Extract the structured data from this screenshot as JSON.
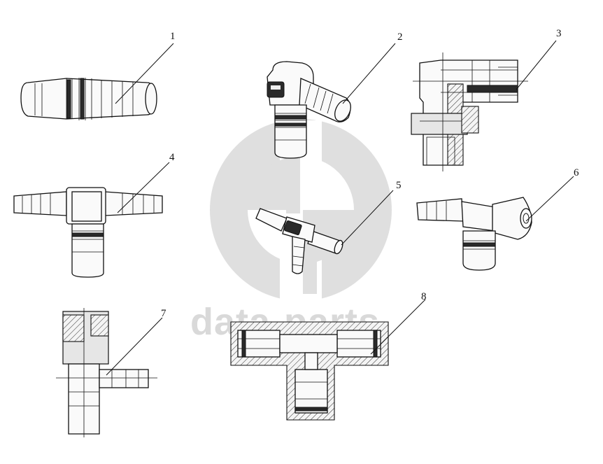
{
  "figure": {
    "watermark_text": "data-parts",
    "callouts": [
      {
        "id": "1",
        "text": "1"
      },
      {
        "id": "2",
        "text": "2"
      },
      {
        "id": "3",
        "text": "3"
      },
      {
        "id": "4",
        "text": "4"
      },
      {
        "id": "5",
        "text": "5"
      },
      {
        "id": "6",
        "text": "6"
      },
      {
        "id": "7",
        "text": "7"
      },
      {
        "id": "8",
        "text": "8"
      }
    ],
    "colors": {
      "line": "#111111",
      "watermark": "#d9d9d9",
      "background": "#ffffff"
    }
  }
}
